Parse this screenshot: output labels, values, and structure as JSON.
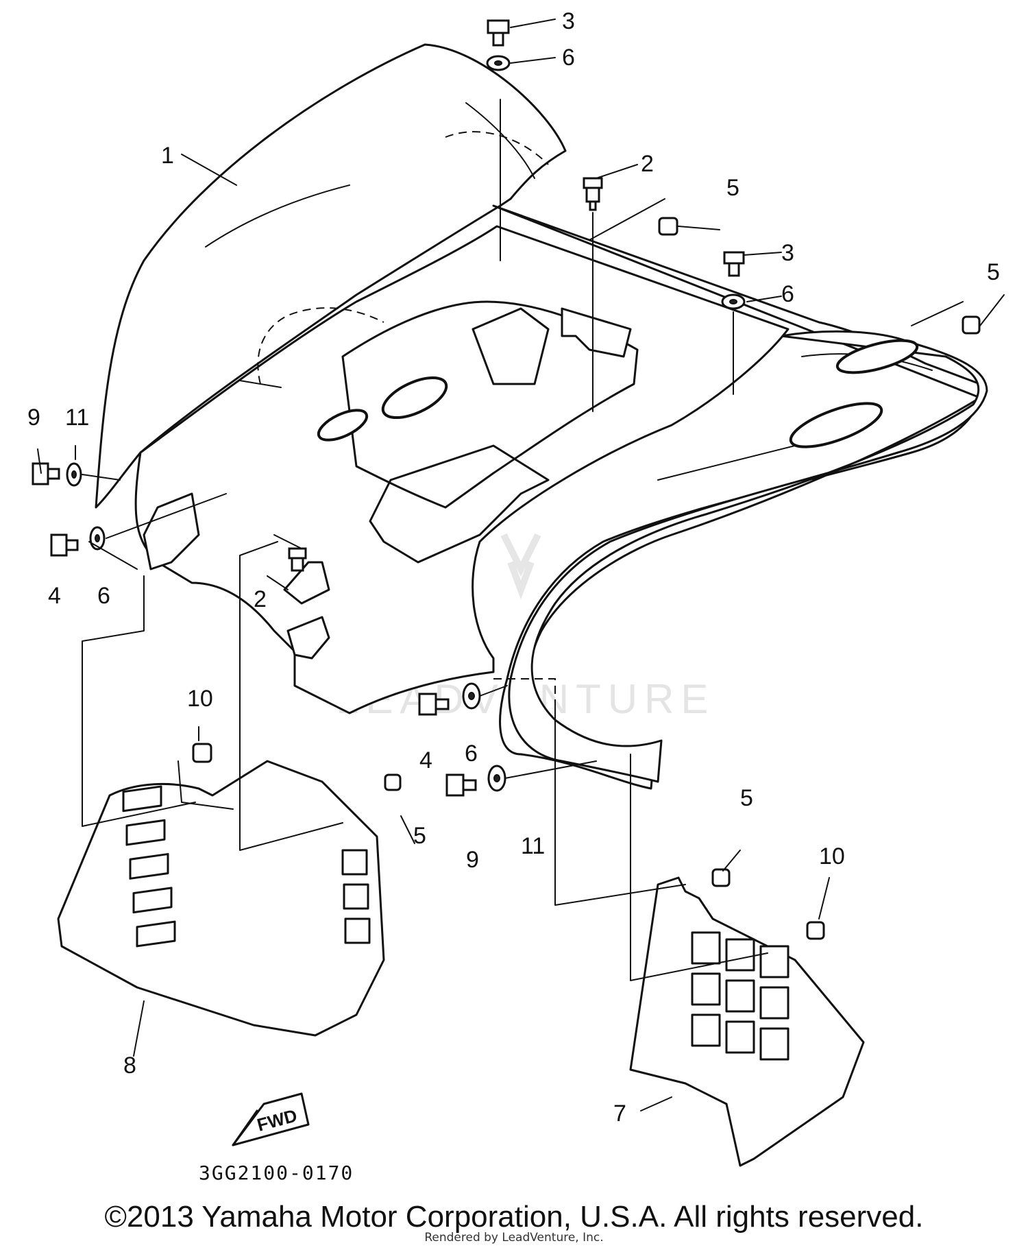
{
  "diagram_code": "3GG2100-0170",
  "direction_label": "FWD",
  "callouts": [
    {
      "id": "c1",
      "label": "1"
    },
    {
      "id": "c2a",
      "label": "2"
    },
    {
      "id": "c2b",
      "label": "2"
    },
    {
      "id": "c3a",
      "label": "3"
    },
    {
      "id": "c3b",
      "label": "3"
    },
    {
      "id": "c4a",
      "label": "4"
    },
    {
      "id": "c4b",
      "label": "4"
    },
    {
      "id": "c5a",
      "label": "5"
    },
    {
      "id": "c5b",
      "label": "5"
    },
    {
      "id": "c5c",
      "label": "5"
    },
    {
      "id": "c5d",
      "label": "5"
    },
    {
      "id": "c6a",
      "label": "6"
    },
    {
      "id": "c6b",
      "label": "6"
    },
    {
      "id": "c6c",
      "label": "6"
    },
    {
      "id": "c6d",
      "label": "6"
    },
    {
      "id": "c7",
      "label": "7"
    },
    {
      "id": "c8",
      "label": "8"
    },
    {
      "id": "c9a",
      "label": "9"
    },
    {
      "id": "c9b",
      "label": "9"
    },
    {
      "id": "c10a",
      "label": "10"
    },
    {
      "id": "c10b",
      "label": "10"
    },
    {
      "id": "c11a",
      "label": "11"
    },
    {
      "id": "c11b",
      "label": "11"
    }
  ],
  "watermark": "LEADVENTURE",
  "copyright": "©2013 Yamaha Motor Corporation, U.S.A. All rights reserved.",
  "rendered_by": "Rendered by LeadVenture, Inc."
}
